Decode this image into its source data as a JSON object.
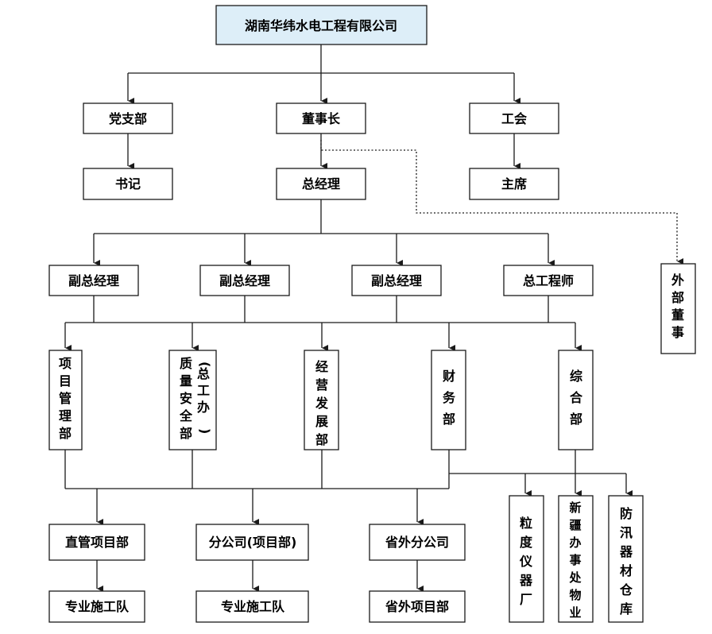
{
  "org_chart": {
    "company": "湖南华纬水电工程有限公司",
    "party_branch": "党支部",
    "chairman": "董事长",
    "union": "工会",
    "secretary": "书记",
    "general_manager": "总经理",
    "union_chair": "主席",
    "external_director": "外部董事",
    "deputy_gm_1": "副总经理",
    "deputy_gm_2": "副总经理",
    "deputy_gm_3": "副总经理",
    "chief_engineer": "总工程师",
    "dept_project_mgmt": "项目管理部",
    "dept_quality_safety": "质量安全部",
    "dept_quality_safety_note": "(总工办)",
    "dept_business_dev": "经营发展部",
    "dept_finance": "财务部",
    "dept_general": "综合部",
    "direct_project_dept": "直管项目部",
    "branch_company": "分公司(项目部)",
    "out_of_province_branch": "省外分公司",
    "crew_1": "专业施工队",
    "crew_2": "专业施工队",
    "out_of_province_project": "省外项目部",
    "granule_instrument_factory": "粒度仪器厂",
    "xinjiang_office_property": "新疆办事处物业",
    "flood_material_warehouse": "防汛器材仓库"
  }
}
